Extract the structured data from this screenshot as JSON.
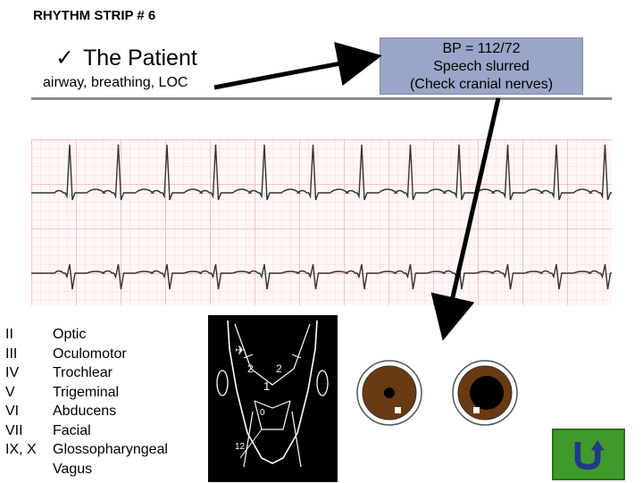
{
  "title": "RHYTHM STRIP # 6",
  "patient": {
    "check": "✓",
    "label": "The Patient",
    "subtitle": "airway, breathing, LOC"
  },
  "info": {
    "line1": "BP = 112/72",
    "line2": "Speech slurred",
    "line3": "(Check cranial nerves)"
  },
  "cranial_nerves": [
    {
      "num": "II",
      "name": "Optic"
    },
    {
      "num": "III",
      "name": "Oculomotor"
    },
    {
      "num": "IV",
      "name": "Trochlear"
    },
    {
      "num": "V",
      "name": "Trigeminal"
    },
    {
      "num": "VI",
      "name": "Abducens"
    },
    {
      "num": "VII",
      "name": "Facial"
    },
    {
      "num": "IX, X",
      "name": "Glossopharyngeal"
    },
    {
      "num": "",
      "name": "Vagus"
    }
  ],
  "face_labels": {
    "l1": "2",
    "l2": "2",
    "l3": "1",
    "l4": "0",
    "l5": "12"
  },
  "colors": {
    "ecg_grid": "#f3c2c2",
    "ecg_trace": "#333333",
    "info_box": "#9aa6c8",
    "back_button": "#3e9b2a",
    "iris": "#6a3a12"
  },
  "icons": {
    "back": "return-arrow-icon"
  }
}
